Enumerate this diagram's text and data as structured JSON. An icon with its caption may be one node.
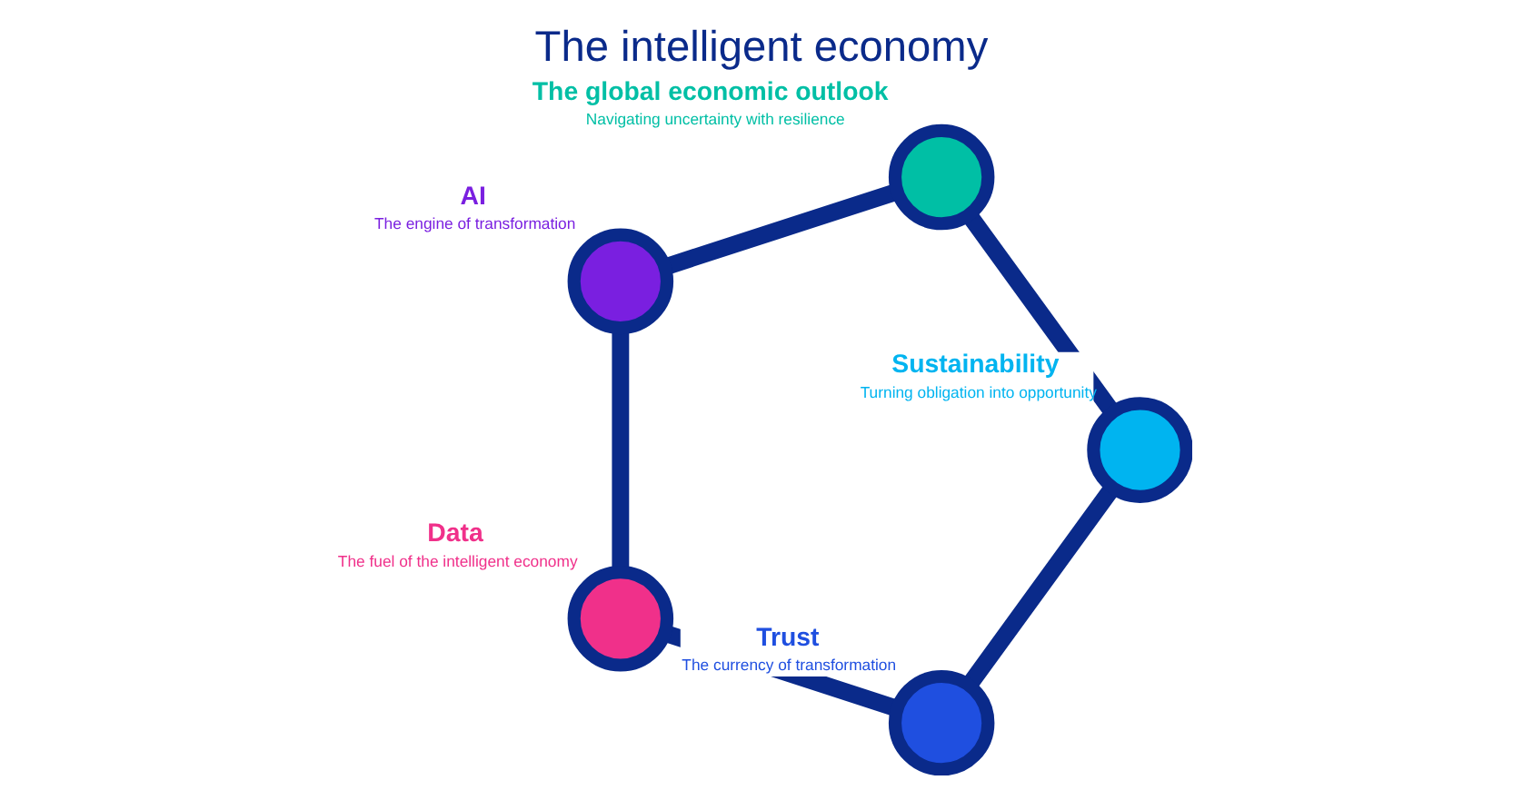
{
  "diagram": {
    "title": "The intelligent economy",
    "nodes": [
      {
        "text": [
          "Trust",
          "The currency of transformation"
        ]
      },
      {
        "text": [
          "Sustainability",
          "Turning obligation into opportunity"
        ]
      },
      {
        "text": [
          "Data",
          "The fuel of the intelligent economy"
        ]
      },
      {
        "text": [
          "The global economic outlook",
          "Navigating uncertainty with resilience"
        ]
      },
      {
        "text": [
          "AI",
          "The engine of transformation"
        ]
      }
    ],
    "edges": [
      {
        "from": 0,
        "to": 2,
        "arrow": "none"
      },
      {
        "from": 2,
        "to": 4,
        "arrow": "none"
      },
      {
        "from": 4,
        "to": 3,
        "arrow": "none"
      },
      {
        "from": 3,
        "to": 1,
        "arrow": "none"
      },
      {
        "from": 1,
        "to": 0,
        "arrow": "none"
      }
    ]
  }
}
